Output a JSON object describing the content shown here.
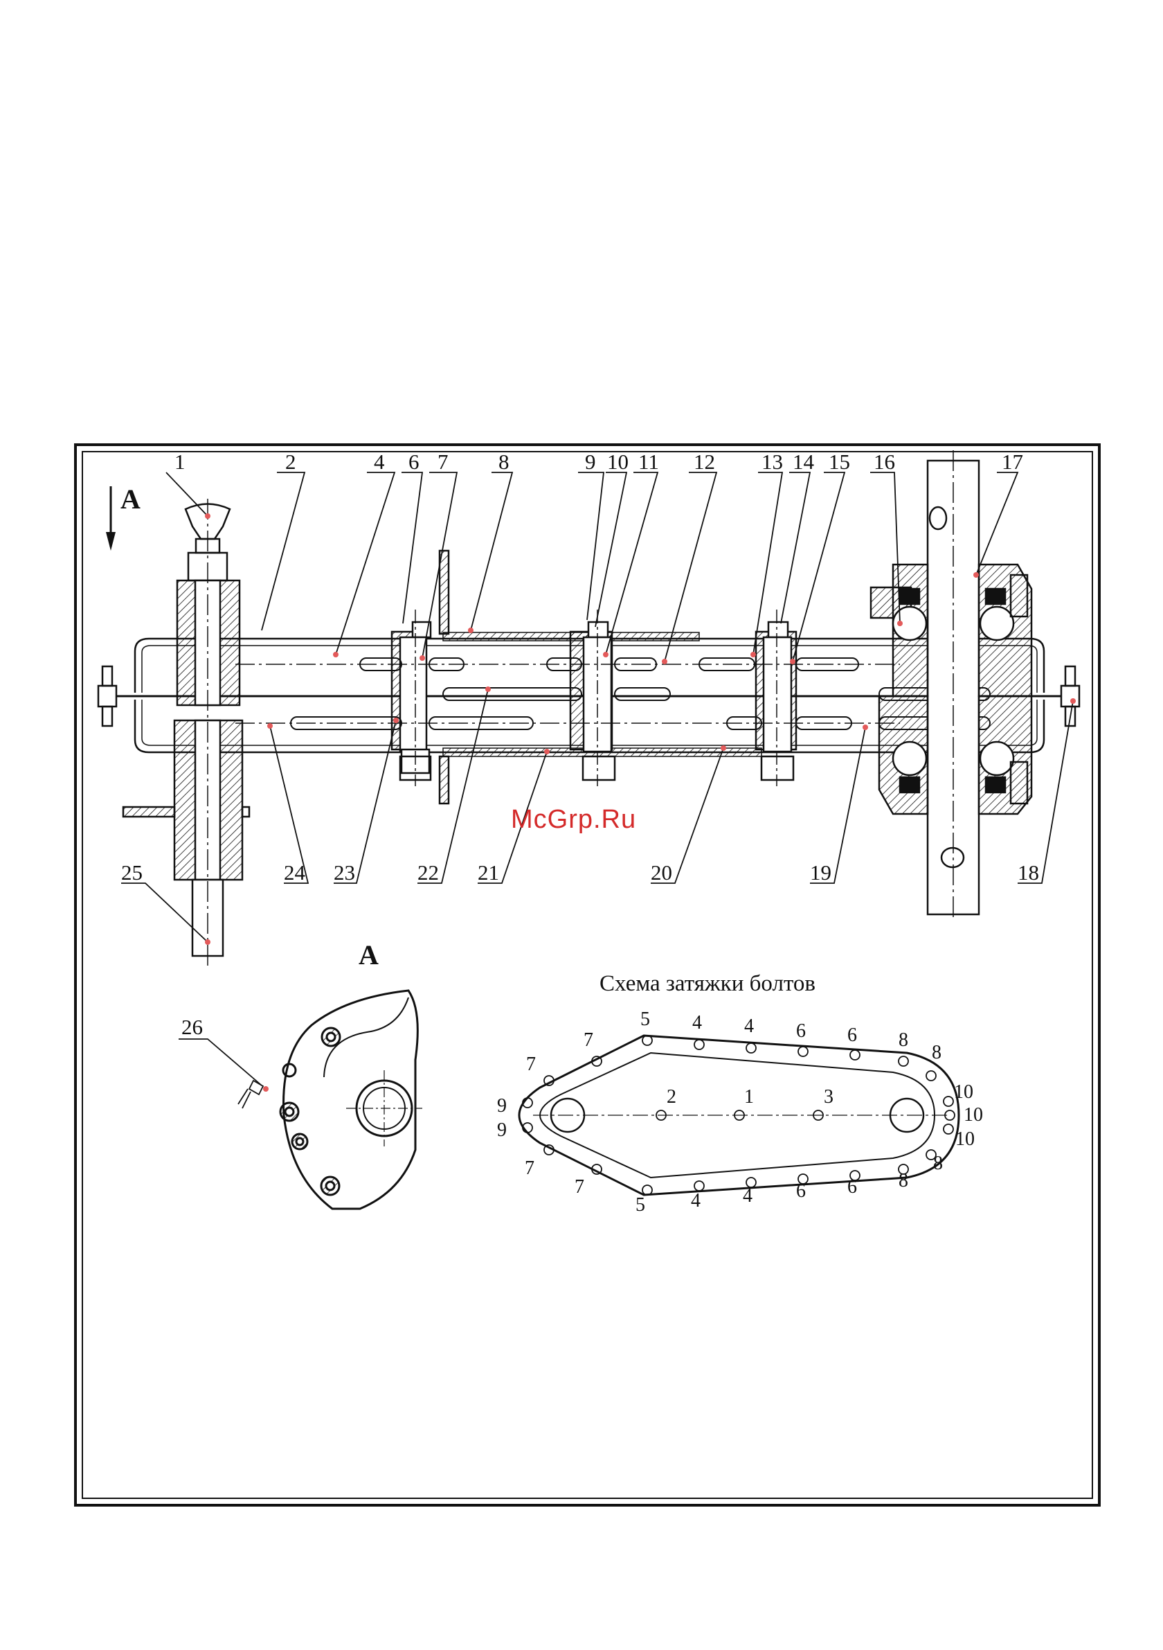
{
  "main_view": {
    "view_marker": "А",
    "part_numbers_top": [
      "1",
      "2",
      "4",
      "6",
      "7",
      "8",
      "9",
      "10",
      "11",
      "12",
      "13",
      "14",
      "15",
      "16",
      "17"
    ],
    "part_numbers_bottom": [
      "25",
      "24",
      "23",
      "22",
      "21",
      "20",
      "19",
      "18"
    ]
  },
  "view_a": {
    "title": "А",
    "part_number": "26"
  },
  "bolt_scheme": {
    "title": "Схема затяжки болтов",
    "center_numbers": [
      "2",
      "1",
      "3"
    ],
    "top_numbers": [
      "7",
      "7",
      "5",
      "4",
      "4",
      "6",
      "6",
      "8",
      "8"
    ],
    "bottom_numbers": [
      "7",
      "7",
      "5",
      "4",
      "4",
      "6",
      "6",
      "8",
      "8"
    ],
    "left_numbers": [
      "9",
      "9"
    ],
    "right_numbers": [
      "10",
      "10",
      "10"
    ]
  },
  "watermark": "McGrp.Ru",
  "colors": {
    "line": "#111111",
    "accent": "#d42a2a",
    "leader_dot": "#e35a5a"
  }
}
